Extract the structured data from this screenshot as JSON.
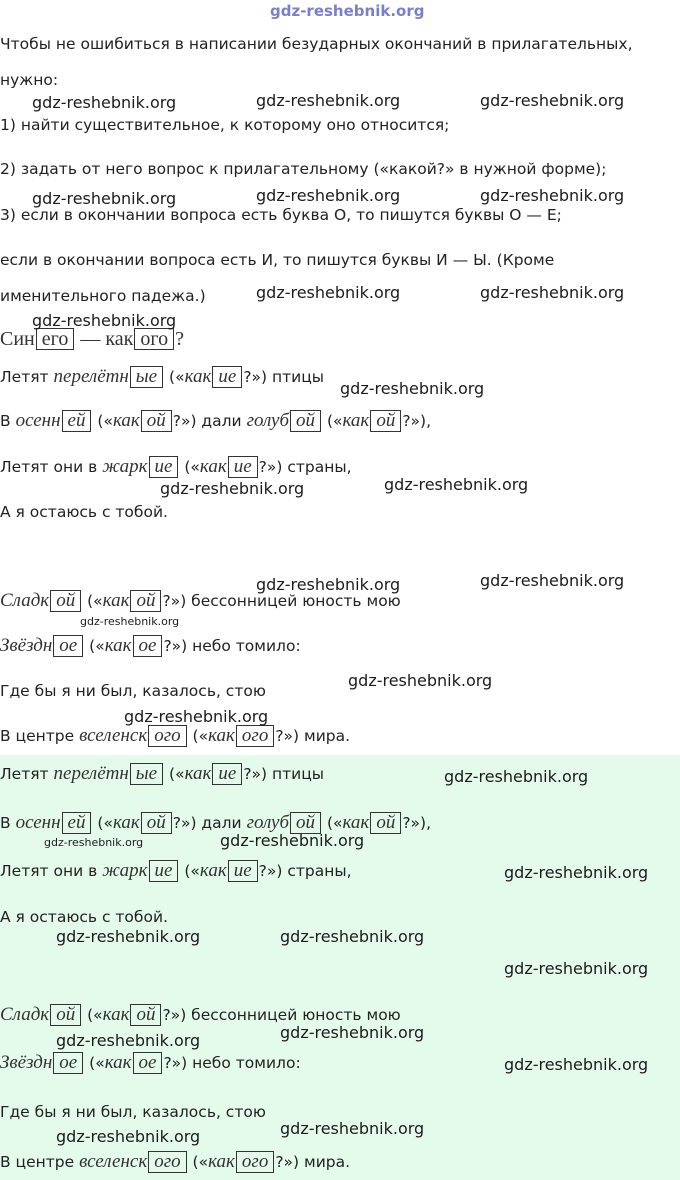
{
  "watermark": "gdz-reshebnik.org",
  "colors": {
    "highlight_bg": "#e4fbeb",
    "watermark_head": "#7b7fc7"
  },
  "rule": {
    "l1": "Чтобы не ошибиться в написании безударных окончаний в прилагательных,",
    "l2": "нужно:",
    "l3": "1) найти существительное, к которому оно относится;",
    "l4": "2) задать от него вопрос к прилагательному («какой?» в нужной форме);",
    "l5": "3) если в окончании вопроса есть буква О, то пишутся буквы О — Е;",
    "l6": "если в окончании вопроса есть И, то пишутся буквы И — Ы. (Кроме",
    "l7": "именительного падежа.)"
  },
  "example": {
    "stem1": "Син",
    "end1": "его",
    "dash": "— как",
    "end2": "ого",
    "q": "?"
  },
  "poem": {
    "l1": {
      "a": "Летят ",
      "b": "перелётн",
      "c": "ые",
      "d": " («",
      "e": "как",
      "f": "ие",
      "g": "?») птицы"
    },
    "l2": {
      "a": "В ",
      "b": "осенн",
      "c": "ей",
      "d": " («",
      "e": "как",
      "f": "ой",
      "g": "?») дали ",
      "h": "голуб",
      "i": "ой",
      "j": " («",
      "k": "как",
      "l": "ой",
      "m": "?»),"
    },
    "l3": {
      "a": "Летят они в ",
      "b": "жарк",
      "c": "ие",
      "d": " («",
      "e": "как",
      "f": "ие",
      "g": "?») страны,"
    },
    "l4": {
      "a": "А я остаюсь с тобой."
    },
    "l5": {
      "b": "Сладк",
      "c": "ой",
      "d": " («",
      "e": "как",
      "f": "ой",
      "g": "?») бессонницей юность мою"
    },
    "l6": {
      "b": "Звёздн",
      "c": "ое",
      "d": " («",
      "e": "как",
      "f": "ое",
      "g": "?») небо томило:"
    },
    "l7": {
      "a": "Где бы я ни был, казалось, стою"
    },
    "l8": {
      "a": "В центре ",
      "b": "вселенск",
      "c": "ого",
      "d": " («",
      "e": "как",
      "f": "ого",
      "g": "?») мира."
    }
  }
}
